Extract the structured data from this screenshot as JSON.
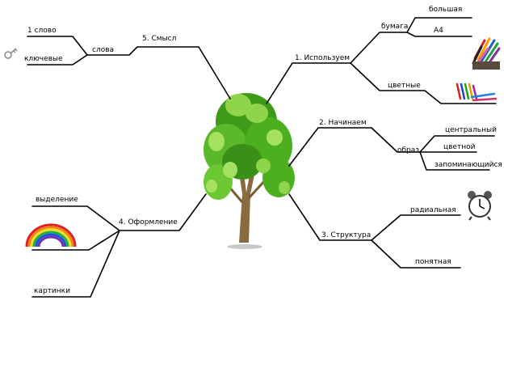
{
  "branches": {
    "uses": {
      "label": "1. Используем",
      "paper": {
        "label": "бумага",
        "big": "большая",
        "a4": "А4"
      },
      "colored": "цветные"
    },
    "start": {
      "label": "2. Начинаем",
      "image": {
        "label": "образ",
        "central": "центральный",
        "colorful": "цветной",
        "memorable": "запоминающийся"
      }
    },
    "structure": {
      "label": "3. Структура",
      "radial": "радиальная",
      "clear": "понятная"
    },
    "design": {
      "label": "4. Оформление",
      "highlight": "выделение",
      "pictures": "картинки"
    },
    "meaning": {
      "label": "5. Смысл",
      "words": {
        "label": "слова",
        "one_word": "1 слово",
        "key": "ключевые"
      }
    }
  },
  "icons": [
    "tree-icon",
    "pencils-icon",
    "markers-icon",
    "alarm-clock-icon",
    "rainbow-icon",
    "key-icon"
  ],
  "colors": {
    "line": "#000000",
    "leaf": "#4caf1f",
    "leaf_light": "#8fd44a",
    "trunk": "#8a6a3f"
  }
}
